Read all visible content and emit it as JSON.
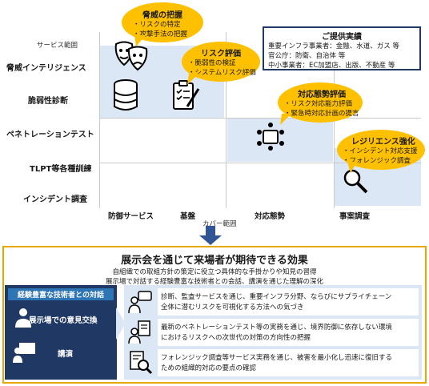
{
  "axes": {
    "y_title": "サービス範囲",
    "x_title": "カバー範囲",
    "rows": [
      "脅威インテリジェンス",
      "脆弱性診断",
      "ペネトレーションテスト",
      "TLPT等各種訓練",
      "インシデント調査"
    ],
    "columns": [
      "防御サービス",
      "基盤",
      "対応態勢",
      "事案調査"
    ]
  },
  "bubbles": {
    "threat": {
      "title": "脅威の把握",
      "items": [
        "・リスクの特定",
        "・攻撃手法の把握"
      ]
    },
    "risk": {
      "title": "リスク評価",
      "items": [
        "・脆弱性の検証",
        "・システムリスク評価"
      ]
    },
    "readiness": {
      "title": "対応態勢評価",
      "items": [
        "・リスク対応能力評価",
        "・緊急時対応計画の提言"
      ]
    },
    "resilience": {
      "title": "レジリエンス強化",
      "items": [
        "・インシデント対応支援",
        "・フォレンジック調査"
      ]
    }
  },
  "provide_box": {
    "title": "ご提供実績",
    "lines": [
      "重要インフラ事業者：金融、水道、ガス 等",
      "官公庁：防衛、自治体 等",
      "中小事業者：EC加盟店、出版、不動産 等"
    ]
  },
  "effects": {
    "title": "展示会を通じて来場者が期待できる効果",
    "subtitle_lines": [
      "自組織での取組方針の策定に役立つ具体的な手掛かりや知見の習得",
      "展示場で対話する経験豊富な技術者との会話、講演を通じた理解の深化"
    ],
    "left_panel": {
      "header": "経験豊富な技術者との対話",
      "items": [
        "展示場での意見交換",
        "講演"
      ]
    },
    "cards": [
      {
        "lines": [
          "診断、監査サービスを通じ、重要インフラ分野、ならびにサプライチェーン",
          "全体に潜むリスクを可視化する方法への気づき"
        ]
      },
      {
        "lines": [
          "最新のペネトレーションテスト等の実務を通じ、境界防御に依存しない環境",
          "におけるリスクへの次世代の対策の方向性の把握"
        ]
      },
      {
        "lines": [
          "フォレンジック調査等サービス実務を通じ、被害を最小化し迅速に復旧する",
          "ための組織的対応の要点の確認"
        ]
      }
    ]
  },
  "icons": [
    "theater-masks-icon",
    "database-icon",
    "clipboard-check-icon",
    "meeting-table-icon",
    "magnifier-icon",
    "presenter-icon",
    "chat-person-icon",
    "lecture-icon",
    "document-person-icon",
    "monitor-icon",
    "document-magnifier-icon"
  ],
  "colors": {
    "accent_yellow": "#ffc000",
    "navy": "#1f3864",
    "light_blue": "#dbe7f4",
    "frame_gold": "#e6a800",
    "arrow_blue": "#2f5597"
  }
}
